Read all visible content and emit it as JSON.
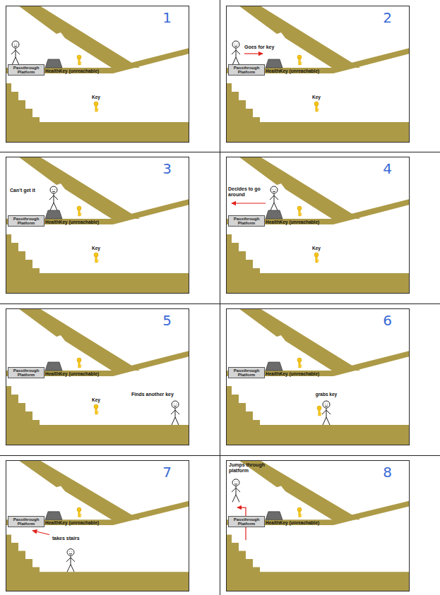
{
  "diagram": {
    "nodes": [
      {
        "text": [
          "1"
        ]
      },
      {
        "text": [
          "Passthrough Platform"
        ],
        "in": 0
      },
      {
        "text": [
          "2"
        ]
      },
      {
        "text": [
          "Passthrough Platform"
        ],
        "in": 2
      },
      {
        "text": [
          "3"
        ]
      },
      {
        "text": [
          "Passthrough Platform"
        ],
        "in": 4
      },
      {
        "text": [
          "4"
        ]
      },
      {
        "text": [
          "Passthrough Platform"
        ],
        "in": 6
      },
      {
        "text": [
          "5"
        ]
      },
      {
        "text": [
          "Passthrough Platform"
        ],
        "in": 8
      },
      {
        "text": [
          "6"
        ]
      },
      {
        "text": [
          "Passthrough Platform"
        ],
        "in": 10
      },
      {
        "text": [
          "7"
        ]
      },
      {
        "text": [
          "Passthrough Platform"
        ],
        "in": 12
      },
      {
        "text": [
          "8"
        ]
      },
      {
        "text": [
          "Passthrough Platform"
        ],
        "in": 14
      }
    ],
    "edges": [],
    "labels": [
      "Health",
      "Key (unreachable)",
      "Key",
      "Goes for key",
      "Health",
      "Key (unreachable)",
      "Key",
      "Can't get it",
      "Health",
      "Key (unreachable)",
      "Key",
      "Decides to go around",
      "Health",
      "Key (unreachable)",
      "Key",
      "Health",
      "Key (unreachable)",
      "Key",
      "Finds another key",
      "Health",
      "Key (unreachable)",
      "grabs key",
      "takes stairs",
      "Health",
      "Key (unreachable)",
      "Jumps through platform",
      "Health",
      "Key (unreachable)"
    ]
  }
}
